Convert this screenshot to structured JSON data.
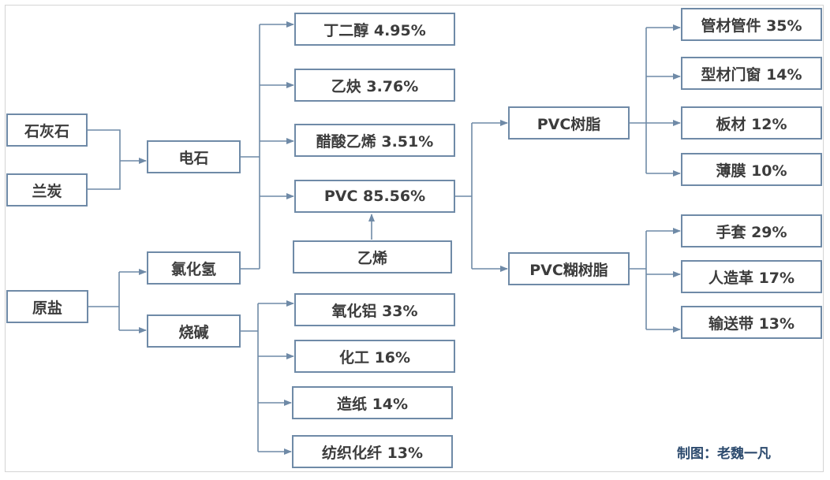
{
  "nodes": {
    "limestone": "石灰石",
    "coke": "兰炭",
    "salt": "原盐",
    "calcium_carbide": "电石",
    "hcl": "氯化氢",
    "caustic_soda": "烧碱",
    "butanediol": "丁二醇 4.95%",
    "acetylene": "乙炔 3.76%",
    "vinyl_acetate": "醋酸乙烯 3.51%",
    "pvc": "PVC 85.56%",
    "ethylene": "乙烯",
    "alumina": "氧化铝 33%",
    "chemical": "化工 16%",
    "papermaking": "造纸 14%",
    "textile": "纺织化纤 13%",
    "pvc_resin": "PVC树脂",
    "pvc_paste_resin": "PVC糊树脂",
    "pipes": "管材管件 35%",
    "profiles": "型材门窗 14%",
    "sheets": "板材 12%",
    "films": "薄膜 10%",
    "gloves": "手套 29%",
    "leather": "人造革 17%",
    "belts": "输送带 13%"
  },
  "credit": "制图：老魏一凡",
  "colors": {
    "line": "#6f8aa7",
    "box_border": "#6f8aa7",
    "text": "#3c3c3c",
    "credit": "#2d4b6e"
  }
}
